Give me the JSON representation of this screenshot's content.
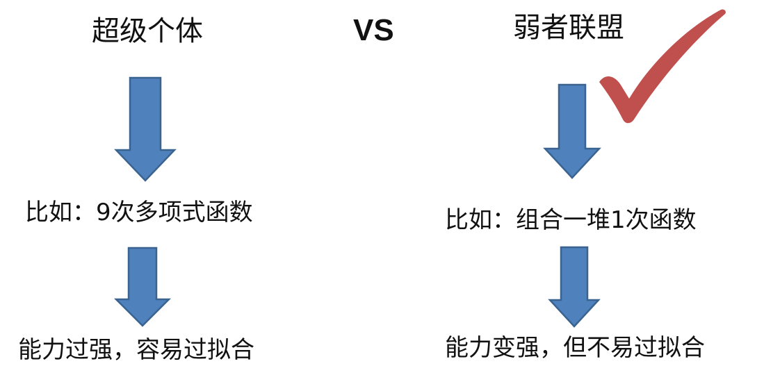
{
  "diagram": {
    "left": {
      "title": "超级个体",
      "step1": "比如：9次多项式函数",
      "step2": "能力过强，容易过拟合"
    },
    "vs_label": "VS",
    "right": {
      "title": "弱者联盟",
      "step1": "比如：组合一堆1次函数",
      "step2": "能力变强，但不易过拟合"
    }
  },
  "colors": {
    "arrow_fill": "#4f81bd",
    "arrow_stroke": "#3a6390",
    "checkmark": "#c0504d",
    "text": "#111111"
  }
}
